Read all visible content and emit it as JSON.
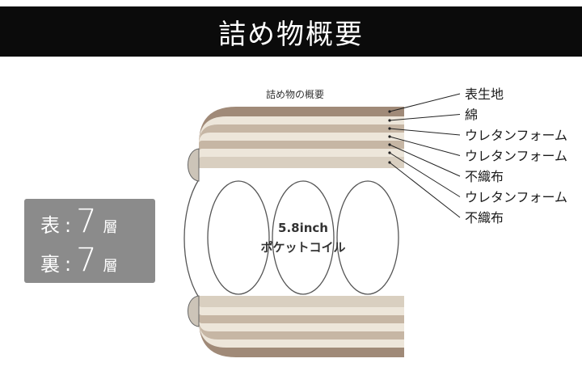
{
  "header": {
    "title": "詰め物概要"
  },
  "layer_count": {
    "front": {
      "label": "表",
      "colon": ":",
      "number": "7",
      "unit": "層"
    },
    "back": {
      "label": "裏",
      "colon": ":",
      "number": "7",
      "unit": "層"
    }
  },
  "diagram": {
    "caption": "詰め物の概要",
    "coil_label_line1": "5.8inch",
    "coil_label_line2": "ポケットコイル",
    "layers": [
      {
        "name": "表生地",
        "color": "#a08a78"
      },
      {
        "name": "綿",
        "color": "#ede6da"
      },
      {
        "name": "ウレタンフォーム",
        "color": "#c6b6a4"
      },
      {
        "name": "ウレタンフォーム",
        "color": "#ede6da"
      },
      {
        "name": "不織布",
        "color": "#c6b6a4"
      },
      {
        "name": "ウレタンフォーム",
        "color": "#ede6da"
      },
      {
        "name": "不織布",
        "color": "#d9cfc0"
      }
    ],
    "colors": {
      "outline": "#555555",
      "leader": "#222222"
    }
  }
}
